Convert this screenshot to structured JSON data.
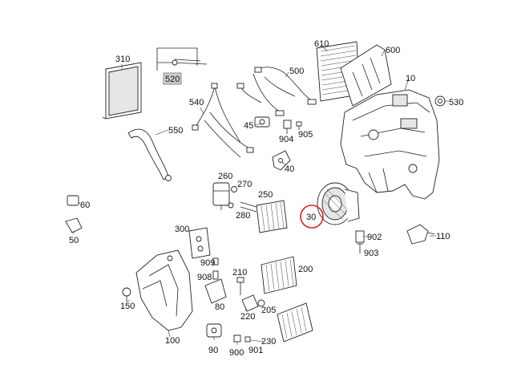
{
  "diagram": {
    "highlight_color": "#d42222",
    "label_box_color": "#cfcfcf",
    "parts": [
      {
        "id": "p310",
        "label": "310"
      },
      {
        "id": "p520",
        "label": "520"
      },
      {
        "id": "p610",
        "label": "610"
      },
      {
        "id": "p600",
        "label": "600"
      },
      {
        "id": "p500",
        "label": "500"
      },
      {
        "id": "p10",
        "label": "10"
      },
      {
        "id": "p530",
        "label": "530"
      },
      {
        "id": "p540",
        "label": "540"
      },
      {
        "id": "p45",
        "label": "45"
      },
      {
        "id": "p904",
        "label": "904"
      },
      {
        "id": "p905",
        "label": "905"
      },
      {
        "id": "p550",
        "label": "550"
      },
      {
        "id": "p40",
        "label": "40"
      },
      {
        "id": "p260",
        "label": "260"
      },
      {
        "id": "p270",
        "label": "270"
      },
      {
        "id": "p280",
        "label": "280"
      },
      {
        "id": "p250",
        "label": "250"
      },
      {
        "id": "p60",
        "label": "60"
      },
      {
        "id": "p50",
        "label": "50"
      },
      {
        "id": "p30",
        "label": "30"
      },
      {
        "id": "p902",
        "label": "902"
      },
      {
        "id": "p903",
        "label": "903"
      },
      {
        "id": "p110",
        "label": "110"
      },
      {
        "id": "p300",
        "label": "300"
      },
      {
        "id": "p909",
        "label": "909"
      },
      {
        "id": "p908",
        "label": "908"
      },
      {
        "id": "p210",
        "label": "210"
      },
      {
        "id": "p200",
        "label": "200"
      },
      {
        "id": "p150",
        "label": "150"
      },
      {
        "id": "p80",
        "label": "80"
      },
      {
        "id": "p220",
        "label": "220"
      },
      {
        "id": "p205",
        "label": "205"
      },
      {
        "id": "p100",
        "label": "100"
      },
      {
        "id": "p90",
        "label": "90"
      },
      {
        "id": "p900",
        "label": "900"
      },
      {
        "id": "p901",
        "label": "901"
      },
      {
        "id": "p230",
        "label": "230"
      }
    ]
  }
}
